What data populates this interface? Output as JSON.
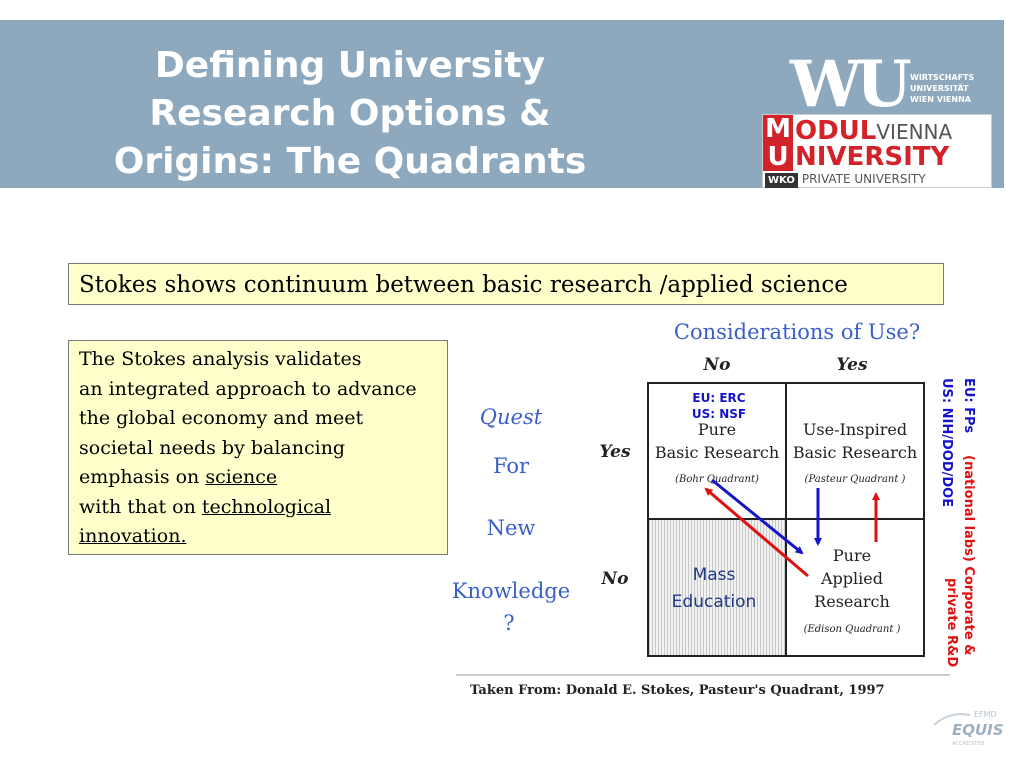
{
  "header": {
    "title_lines": [
      "Defining University",
      "Research Options &",
      "Origins: The Quadrants"
    ]
  },
  "logos": {
    "wu": {
      "letters": "WU",
      "sub": [
        "WIRTSCHAFTS",
        "UNIVERSITÄT",
        "WIEN VIENNA"
      ]
    },
    "modul": {
      "row1_strong": "ODUL",
      "row1_light": "VIENNA",
      "row2": "NIVERSITY",
      "mu": [
        "M",
        "U"
      ],
      "wko": "WKO",
      "row3": "PRIVATE UNIVERSITY"
    },
    "equis": {
      "top": "EFMD",
      "main": "EQUIS",
      "bottom": "ACCREDITED"
    }
  },
  "banner": "Stokes shows continuum between basic research /applied science",
  "left_box": {
    "line1": "The Stokes analysis validates",
    "line2": "an integrated approach to advance",
    "line3": "the global economy and meet",
    "line4": "societal needs by balancing",
    "line5_pre": "emphasis on ",
    "line5_u": "science",
    "line6_pre": "with that on ",
    "line6_u": "technological",
    "line7_u": "innovation."
  },
  "diagram": {
    "considerations": "Considerations of Use?",
    "col_no": "No",
    "col_yes": "Yes",
    "row_yes": "Yes",
    "row_no": "No",
    "quest": [
      "Quest",
      "For",
      "New",
      "Knowledge",
      "?"
    ],
    "q_tl_tag": [
      "EU: ERC",
      "US: NSF"
    ],
    "q_tl": [
      "Pure",
      "Basic Research",
      "(Bohr Quadrant)"
    ],
    "q_tr": [
      "Use-Inspired",
      "Basic Research",
      "(Pasteur Quadrant )"
    ],
    "q_bl": [
      "Mass",
      "Education"
    ],
    "q_br": [
      "Pure",
      "Applied",
      "Research",
      "(Edison Quadrant )"
    ],
    "side_blue_1": "EU: FPs",
    "side_blue_2": "US: NIH/DOD/DOE",
    "side_red_1": "(national labs)  Corporate &",
    "side_red_2": "private R&D",
    "colors": {
      "blue": "#1414c8",
      "red": "#e01010",
      "heading_blue": "#3a5fc8"
    }
  },
  "footer": "Taken From: Donald E. Stokes, Pasteur's Quadrant, 1997"
}
